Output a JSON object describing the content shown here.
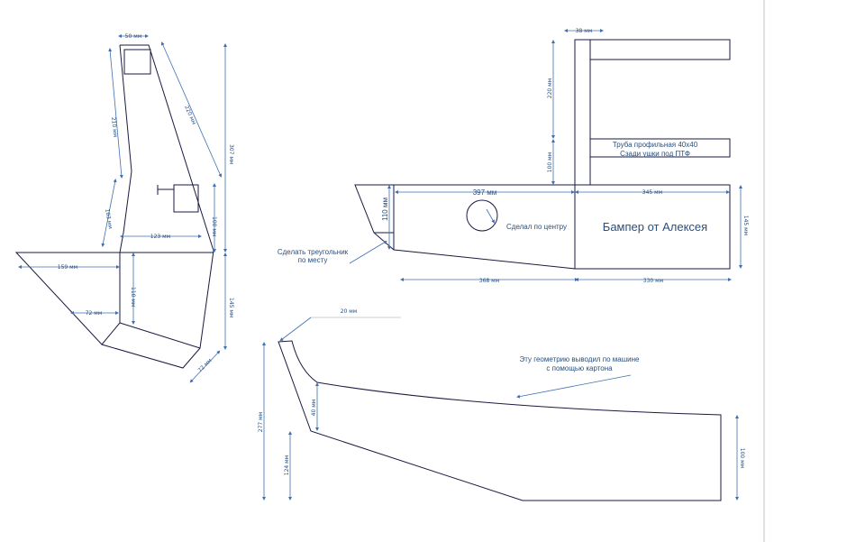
{
  "colors": {
    "dimension": "#3f6fb0",
    "outline": "#1a1a40",
    "text": "#2a4f7a"
  },
  "left_part": {
    "dims": [
      "50 мм",
      "210 мм",
      "220 мм",
      "307 мм",
      "103 мм",
      "100 мм",
      "123 мм",
      "159 мм",
      "110 мм",
      "145 мм",
      "72 мм",
      "72 мм"
    ]
  },
  "bumper": {
    "title": "Бампер от Алексея",
    "tube_label_1": "Труба профильная 40х40",
    "tube_label_2": "Сзади ушки под ПТФ",
    "center_note": "Сделал по центру",
    "triangle_note_1": "Сделать треугольник",
    "triangle_note_2": "по месту",
    "dims": [
      "38 мм",
      "220 мм",
      "100 мм",
      "397 мм",
      "345 мм",
      "110 мм",
      "145 мм",
      "368 мм",
      "330 мм"
    ]
  },
  "bottom_part": {
    "note_1": "Эту геометрию выводил по машине",
    "note_2": "с помощью картона",
    "dims": [
      "20 мм",
      "277 мм",
      "40 мм",
      "124 мм",
      "100 мм"
    ]
  }
}
